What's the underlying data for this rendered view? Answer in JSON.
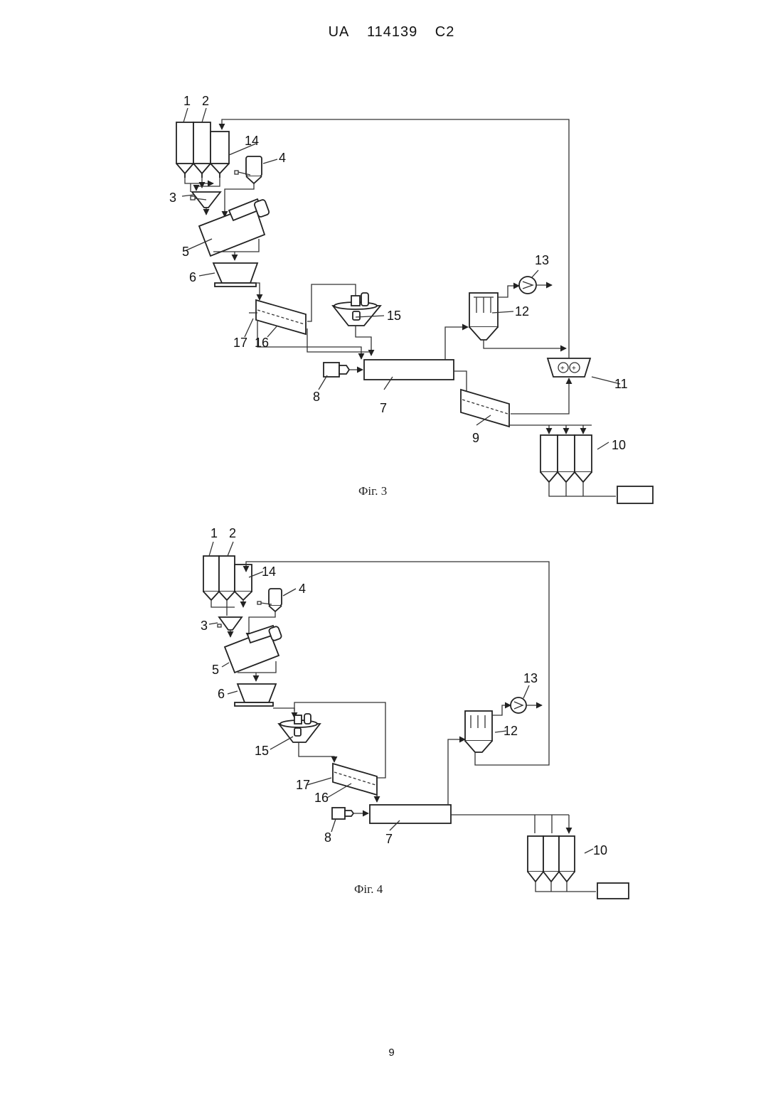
{
  "header": {
    "country": "UA",
    "number": "114139",
    "kind": "C2"
  },
  "figures": [
    {
      "caption": "Фіг. 3",
      "labels": {
        "l1": "1",
        "l2": "2",
        "l3": "3",
        "l4": "4",
        "l5": "5",
        "l6": "6",
        "l7": "7",
        "l8": "8",
        "l9": "9",
        "l10": "10",
        "l11": "11",
        "l12": "12",
        "l13": "13",
        "l14": "14",
        "l15": "15",
        "l16": "16",
        "l17": "17"
      }
    },
    {
      "caption": "Фіг. 4",
      "labels": {
        "l1": "1",
        "l2": "2",
        "l3": "3",
        "l4": "4",
        "l5": "5",
        "l6": "6",
        "l7": "7",
        "l8": "8",
        "l10": "10",
        "l12": "12",
        "l13": "13",
        "l14": "14",
        "l15": "15",
        "l16": "16",
        "l17": "17"
      }
    }
  ],
  "page_number": "9"
}
